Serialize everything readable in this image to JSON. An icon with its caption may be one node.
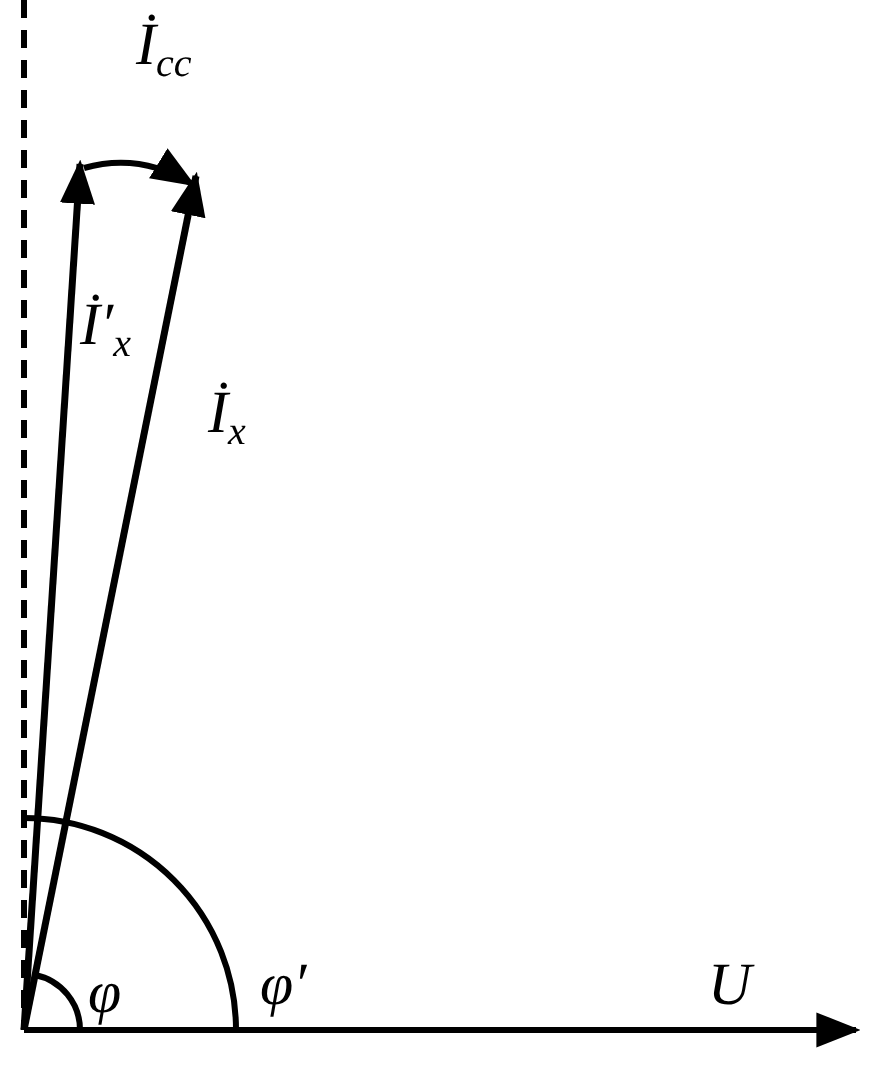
{
  "diagram": {
    "labels": [
      "İ$_{cc}$",
      "İ′$_{x}$",
      "İ$_{x}$",
      "φ",
      "φ′",
      "U"
    ]
  }
}
